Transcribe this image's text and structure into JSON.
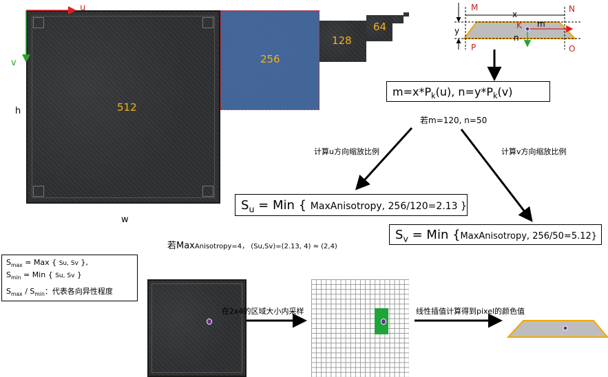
{
  "axes": {
    "u": "u",
    "v": "v",
    "h": "h",
    "w": "w"
  },
  "mipmaps": [
    {
      "label": "512"
    },
    {
      "label": "256"
    },
    {
      "label": "128"
    },
    {
      "label": "64"
    }
  ],
  "pixel_diagram": {
    "M": "M",
    "N": "N",
    "O": "O",
    "P": "P",
    "K": "K",
    "x": "x",
    "y": "y",
    "m": "m",
    "n": "n"
  },
  "formula_mn": {
    "m": "m=x*P",
    "k1": "k",
    "u_part": "(u),  n=y*P",
    "k2": "k",
    "v_part": "(v)"
  },
  "condition": "若m=120, n=50",
  "u_scale_caption": "计算u方向缩放比例",
  "v_scale_caption": "计算v方向缩放比例",
  "su_formula": {
    "S": "S",
    "sub": "u",
    "rest": " = Min { ",
    "body": "MaxAnisotropy, 256/120=2.13 }"
  },
  "sv_formula": {
    "S": "S",
    "sub": "v",
    "rest": " = Min {",
    "body": "MaxAnisotropy, 256/50=5.12}"
  },
  "max_aniso_line": {
    "pre": "若Max",
    "small": "Anisotropy=4，  (Su,Sv)=(2.13, 4) ≈ (2,4)"
  },
  "legend": {
    "smax_S": "S",
    "smax_sub": "max",
    "smax_rest": " = Max { ",
    "smax_args": "Su, Sv",
    "smax_end": " },",
    "smin_S": "S",
    "smin_sub": "min",
    "smin_rest": " = Min { ",
    "smin_args": "Su, Sv",
    "smin_end": " }",
    "ratio_S1": "S",
    "ratio_sub1": "max",
    "ratio_mid": " / S",
    "ratio_sub2": "min",
    "ratio_desc": "：代表各向异性程度"
  },
  "sample_caption": "在2x4的区域大小内采样",
  "interp_caption": "线性插值计算得到pixel的颜色值",
  "colors": {
    "axis_u": "#e0201f",
    "axis_v": "#2ca02c",
    "mip_text": "#f2b21b",
    "highlight": "#4a6a9a",
    "grid_fill": "#1fa33a",
    "trapezoid": "#b5b5b5",
    "trapezoid_edge": "#f2a900"
  }
}
